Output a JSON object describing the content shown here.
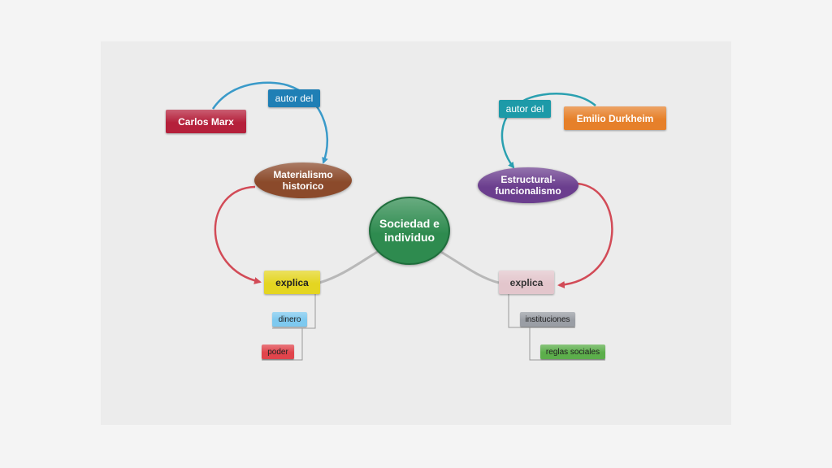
{
  "center": {
    "label": "Sociedad e individuo",
    "color": "#2e8b4f"
  },
  "left": {
    "author": {
      "label": "Carlos Marx",
      "color": "#b5203b"
    },
    "relation": {
      "label": "autor del",
      "color": "#1f7fb5"
    },
    "concept": {
      "label": "Materialismo historico",
      "color": "#8b4a2b"
    },
    "explains": {
      "label": "explica",
      "color": "#e4d521"
    },
    "topics": [
      {
        "label": "dinero",
        "color": "#7ec9ef"
      },
      {
        "label": "poder",
        "color": "#e0444c"
      }
    ]
  },
  "right": {
    "author": {
      "label": "Emilio Durkheim",
      "color": "#e6802a"
    },
    "relation": {
      "label": "autor del",
      "color": "#1d9aa8"
    },
    "concept": {
      "label": "Estructural-funcionalismo",
      "color": "#6b3e8e"
    },
    "explains": {
      "label": "explica",
      "color": "#e3c6cc"
    },
    "topics": [
      {
        "label": "instituciones",
        "color": "#9a9ea5"
      },
      {
        "label": "reglas sociales",
        "color": "#5cae4b"
      }
    ]
  },
  "link_colors": {
    "relation": "#3a9ac9",
    "explains": "#d24b57",
    "branch": "#b8b8b8",
    "tree": "#9a9a9a"
  }
}
